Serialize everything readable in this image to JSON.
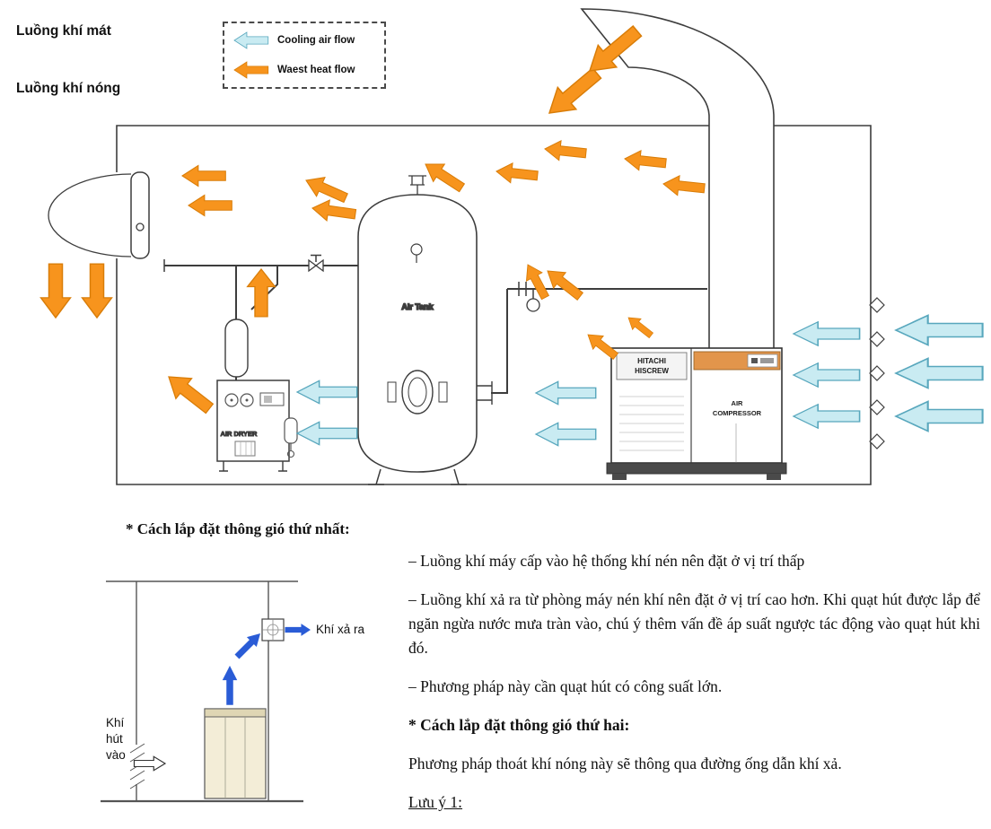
{
  "labels": {
    "cool_air": "Luồng khí mát",
    "hot_air": "Luồng khí nóng"
  },
  "legend": {
    "cooling_label": "Cooling air flow",
    "waste_label": "Waest heat flow"
  },
  "machine_room": {
    "air_dryer_label": "AIR DRYER",
    "air_tank_label": "Air Tank",
    "compressor_brand_line1": "HITACHI",
    "compressor_brand_line2": "HISCREW",
    "compressor_label_line1": "AIR",
    "compressor_label_line2": "COMPRESSOR"
  },
  "vent_diagram": {
    "exhaust_label": "Khí xả ra",
    "intake_label": "Khí\nhút\nvào"
  },
  "body_text": {
    "heading_first": "* Cách lắp đặt thông gió thứ nhất:",
    "bullet1": "– Luồng khí máy cấp vào hệ thống khí nén nên đặt ở vị trí thấp",
    "bullet2": "– Luồng khí xả ra từ phòng máy nén khí nên đặt ở vị trí cao hơn. Khi quạt hút được lắp để ngăn ngừa nước mưa tràn vào, chú ý thêm vấn đề áp suất ngược tác động vào quạt hút khi đó.",
    "bullet3": "– Phương pháp này cần quạt hút có công suất lớn.",
    "heading_second": "* Cách lắp đặt thông gió thứ hai:",
    "para_second": "Phương pháp thoát khí nóng này sẽ thông qua đường ống dẫn khí xả.",
    "note_label": "Lưu ý 1:"
  },
  "colors": {
    "hot_flow": "#F7941D",
    "cool_flow": "#C9EBF2",
    "blue_arrow": "#2A5CD6"
  }
}
